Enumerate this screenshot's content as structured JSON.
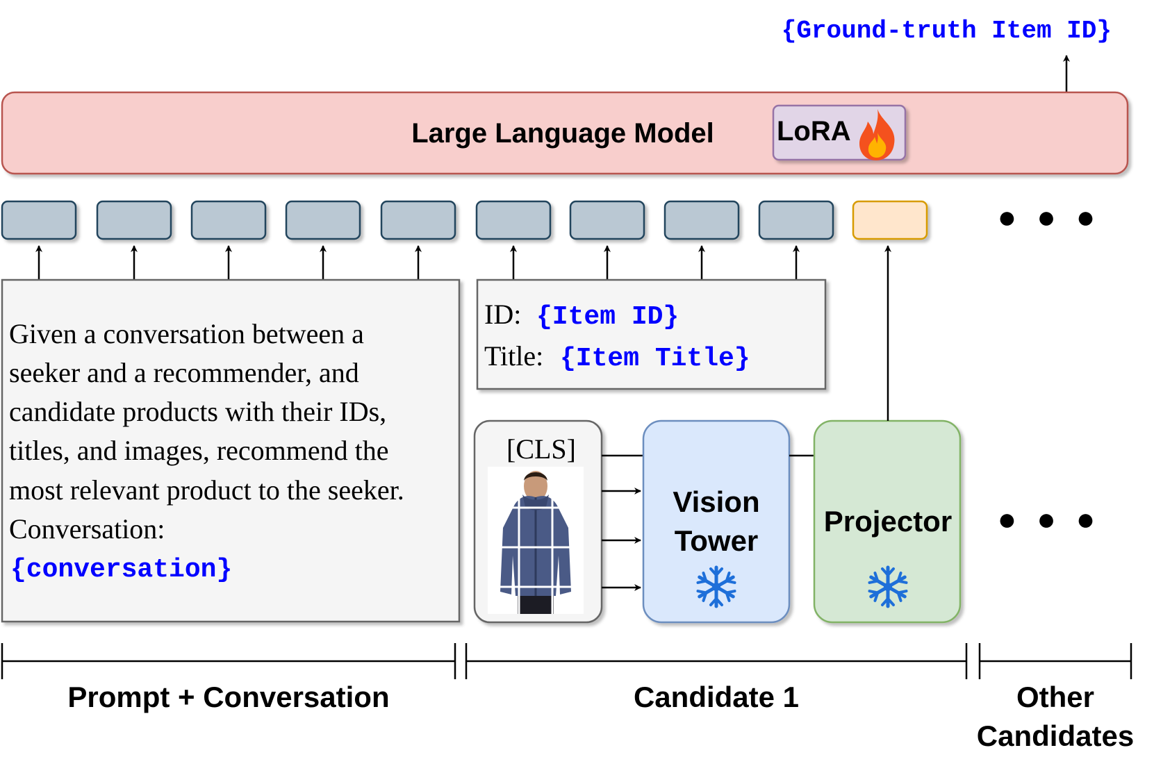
{
  "output_label": "{Ground-truth Item ID}",
  "llm": {
    "title": "Large Language Model",
    "lora_label": "LoRA",
    "lora_icon": "fire-icon"
  },
  "ellipsis": "● ● ●",
  "prompt_box": {
    "lines": [
      "Given a conversation between a",
      "seeker and a recommender, and",
      "candidate products with their IDs,",
      "titles, and images, recommend the",
      "most relevant product to the seeker.",
      "Conversation:"
    ],
    "placeholder": "{conversation}"
  },
  "item_box": {
    "id_label": "ID:",
    "id_value": "{Item ID}",
    "title_label": "Title:",
    "title_value": "{Item Title}"
  },
  "image_card": {
    "cls_label": "[CLS]",
    "image_icon": "jacket-photo"
  },
  "vision_tower": {
    "line1": "Vision",
    "line2": "Tower",
    "icon": "snowflake-icon"
  },
  "projector": {
    "label": "Projector",
    "icon": "snowflake-icon"
  },
  "segments": {
    "prompt": "Prompt + Conversation",
    "candidate": "Candidate 1",
    "others_line1": "Other",
    "others_line2": "Candidates"
  },
  "colors": {
    "llm_fill": "#f8cecc",
    "llm_stroke": "#b85450",
    "lora_fill": "#e1d5e7",
    "lora_stroke": "#9673a6",
    "token_fill": "#bac8d3",
    "token_stroke": "#23445d",
    "image_token_fill": "#ffe6cc",
    "image_token_stroke": "#d79b00",
    "box_fill": "#f5f5f5",
    "box_stroke": "#666666",
    "vision_fill": "#dae8fc",
    "vision_stroke": "#6c8ebf",
    "projector_fill": "#d5e8d4",
    "projector_stroke": "#82b366",
    "placeholder_blue": "#0000ff",
    "snowflake_blue": "#1e6fd9"
  }
}
